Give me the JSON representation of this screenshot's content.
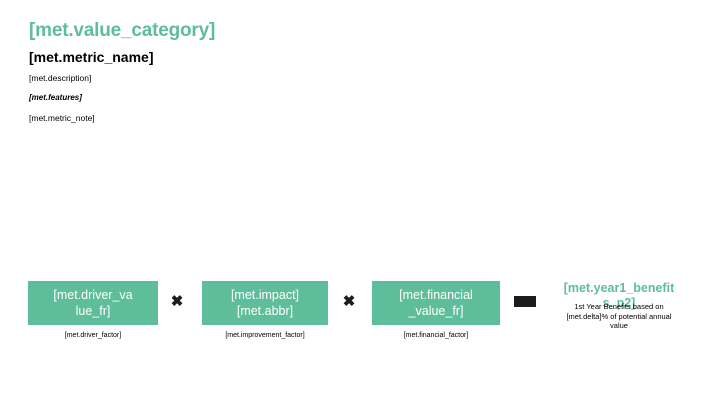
{
  "header": {
    "category": "[met.value_category]",
    "metric_name": "[met.metric_name]",
    "description": "[met.description]",
    "features": "[met.features]",
    "metric_note": "[met.metric_note]"
  },
  "formula": {
    "terms": [
      {
        "box_line1": "[met.driver_va",
        "box_line2": "lue_fr]",
        "caption": "[met.driver_factor]"
      },
      {
        "box_line1": "[met.impact]",
        "box_line2": "[met.abbr]",
        "caption": "[met.improvement_factor]"
      },
      {
        "box_line1": "[met.financial",
        "box_line2": "_value_fr]",
        "caption": "[met.financial_factor]"
      }
    ],
    "operators": {
      "multiply": "✖",
      "equals": ""
    }
  },
  "result": {
    "title_line1": "[met.year1_benefit",
    "title_line2": "s_p2]",
    "subtitle_line1": "1st Year Benefits based on",
    "subtitle_line2": "[met.delta]% of potential annual",
    "subtitle_line3": "value"
  },
  "colors": {
    "accent_green": "#5ebd9b",
    "text_black": "#000000",
    "operator_dark": "#1c1c1c",
    "background": "#ffffff"
  }
}
